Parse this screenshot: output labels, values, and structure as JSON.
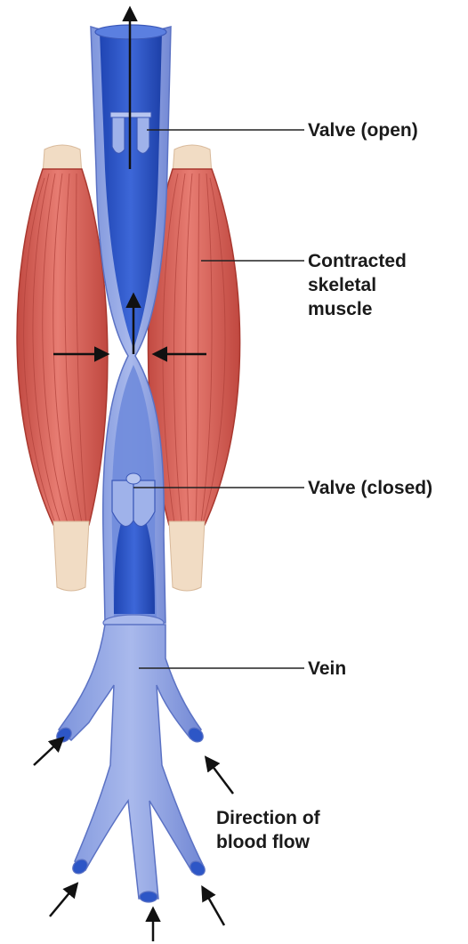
{
  "labels": {
    "valve_open": "Valve (open)",
    "muscle_line1": "Contracted",
    "muscle_line2": "skeletal",
    "muscle_line3": "muscle",
    "valve_closed": "Valve (closed)",
    "vein": "Vein",
    "flow_line1": "Direction of",
    "flow_line2": "blood flow"
  },
  "colors": {
    "muscle": "#d9625a",
    "muscle_dark": "#b9433c",
    "tendon": "#f1dcc4",
    "vein_outer": "#8ea2e0",
    "vein_inner": "#2d56c6",
    "vein_dark": "#173a9e",
    "leader": "#222222"
  }
}
